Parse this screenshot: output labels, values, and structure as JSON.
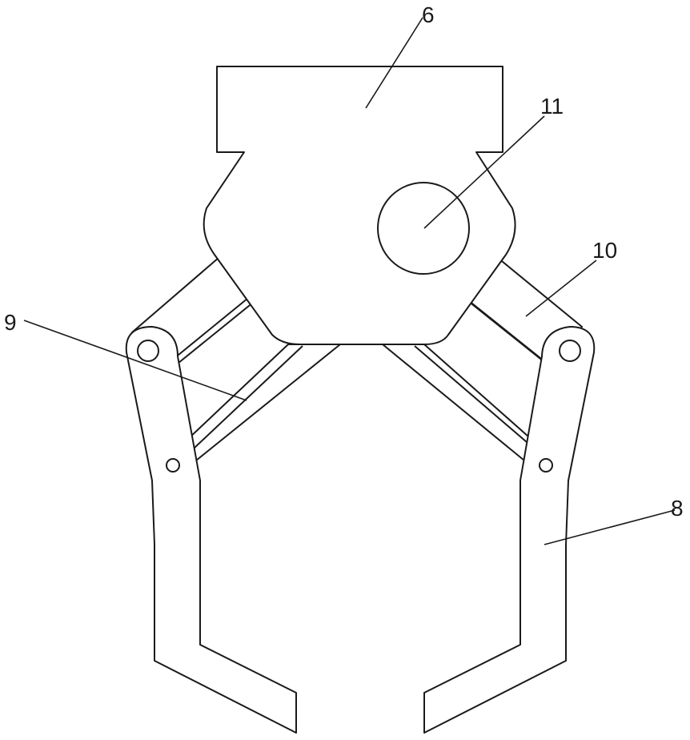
{
  "labels": {
    "part_6": "6",
    "part_11": "11",
    "part_10": "10",
    "part_9": "9",
    "part_8": "8"
  }
}
